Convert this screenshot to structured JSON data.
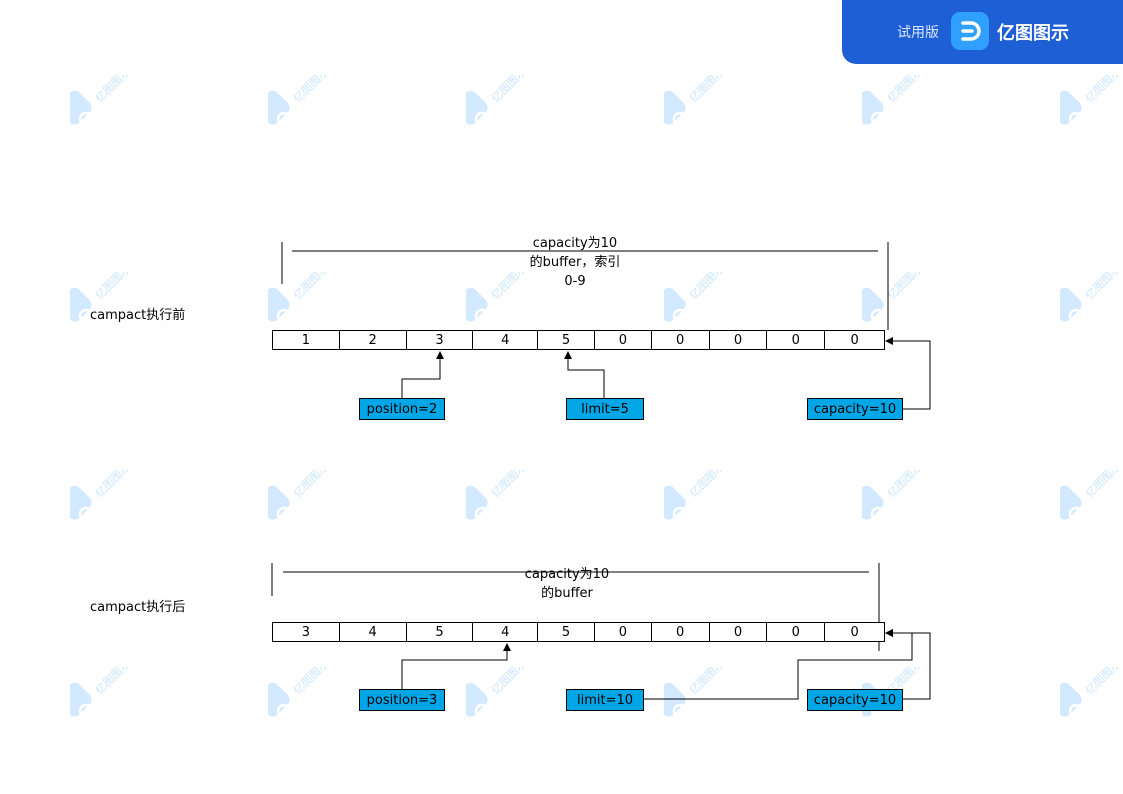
{
  "banner": {
    "trial_label": "试用版",
    "brand_name": "亿图图示",
    "logo": "edraw-logo-icon"
  },
  "watermark": {
    "text": "亿图图示"
  },
  "before": {
    "section_label": "campact执行前",
    "caption_lines": [
      "capacity为10",
      "的buffer，索引",
      "0-9"
    ],
    "cells": [
      "1",
      "2",
      "3",
      "4",
      "5",
      "0",
      "0",
      "0",
      "0",
      "0"
    ],
    "position_tag": "position=2",
    "limit_tag": "limit=5",
    "capacity_tag": "capacity=10"
  },
  "after": {
    "section_label": "campact执行后",
    "caption_lines": [
      "capacity为10",
      "的buffer"
    ],
    "cells": [
      "3",
      "4",
      "5",
      "4",
      "5",
      "0",
      "0",
      "0",
      "0",
      "0"
    ],
    "position_tag": "position=3",
    "limit_tag": "limit=10",
    "capacity_tag": "capacity=10"
  },
  "colors": {
    "tag_fill": "#00a6e6",
    "banner": "#1f5fd6"
  }
}
